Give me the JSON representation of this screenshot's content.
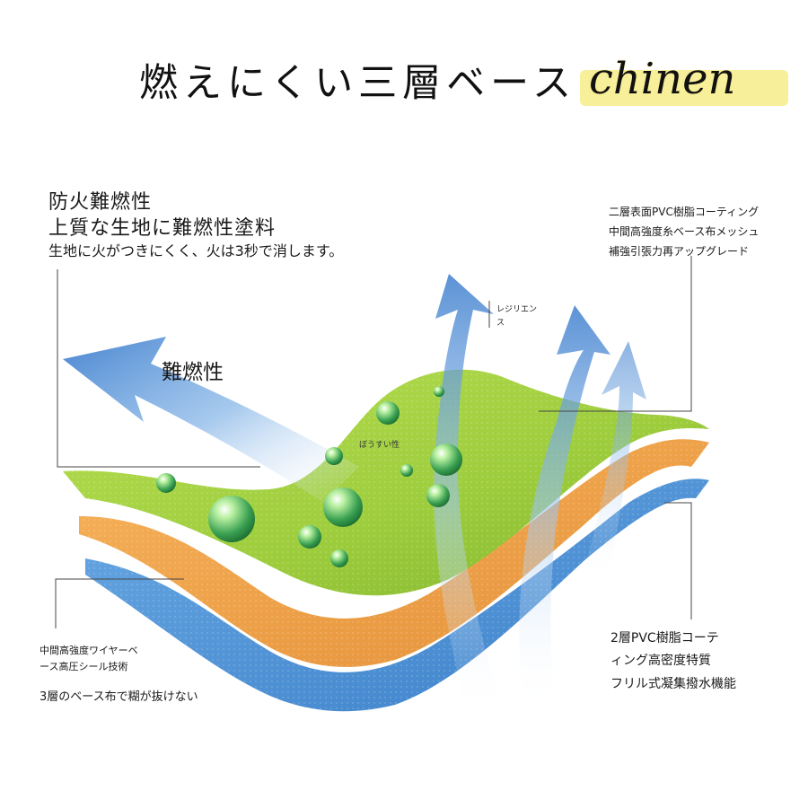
{
  "title": "燃えにくい三層ベース",
  "brand": "chinen",
  "top_left": {
    "line1": "防火難燃性",
    "line2": "上質な生地に難燃性塗料",
    "line3": "生地に火がつきにくく、火は3秒で消します。"
  },
  "top_right": {
    "line1": "二層表面PVC樹脂コーティング",
    "line2": "中間高強度糸ベース布メッシュ",
    "line3": "補強引張力再アップグレード"
  },
  "resilience_label": "レジリエンス",
  "flame_label": "難燃性",
  "waterproof_label": "ぼうすい性",
  "bottom_left": {
    "line1": "中間高強度ワイヤーベ",
    "line2": "ース高圧シール技術",
    "line3": "3層のベース布で糊が抜けない"
  },
  "bottom_right": {
    "line1": "2層PVC樹脂コーテ",
    "line2": "ィング高密度特質",
    "line3": "フリル式凝集撥水機能"
  },
  "colors": {
    "green_layer": "#9ccc3c",
    "orange_layer": "#f0a24c",
    "blue_layer": "#4d93d8",
    "arrow": "#3f7fce"
  }
}
